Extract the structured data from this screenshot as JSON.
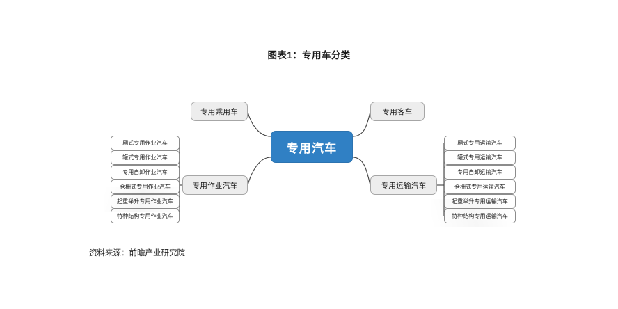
{
  "figure": {
    "title": "图表1：专用车分类",
    "source_note": "资料来源：前瞻产业研究院"
  },
  "colors": {
    "root_fill": "#3080C4",
    "root_border": "#2C73B0",
    "root_text": "#FFFFFF",
    "branch_fill": "#EDEDED",
    "branch_border": "#A6A6A6",
    "leaf_fill": "#FFFFFF",
    "leaf_border": "#8C8C8C",
    "connector": "#3F3F3F",
    "background": "#FFFFFF",
    "text": "#1A1A1A"
  },
  "mindmap": {
    "root": {
      "label": "专用汽车"
    },
    "branches": [
      {
        "id": "passenger",
        "label": "专用乘用车",
        "side": "left",
        "position": "top",
        "leaves": []
      },
      {
        "id": "bus",
        "label": "专用客车",
        "side": "right",
        "position": "top",
        "leaves": []
      },
      {
        "id": "work",
        "label": "专用作业汽车",
        "side": "left",
        "position": "bottom",
        "leaves": [
          "厢式专用作业汽车",
          "罐式专用作业汽车",
          "专用自卸作业汽车",
          "仓栅式专用作业汽车",
          "起重举升专用作业汽车",
          "特种结构专用作业汽车"
        ]
      },
      {
        "id": "transport",
        "label": "专用运输汽车",
        "side": "right",
        "position": "bottom",
        "leaves": [
          "厢式专用运输汽车",
          "罐式专用运输汽车",
          "专用自卸运输汽车",
          "仓栅式专用运输汽车",
          "起重举升专用运输汽车",
          "特种结构专用运输汽车"
        ]
      }
    ]
  }
}
